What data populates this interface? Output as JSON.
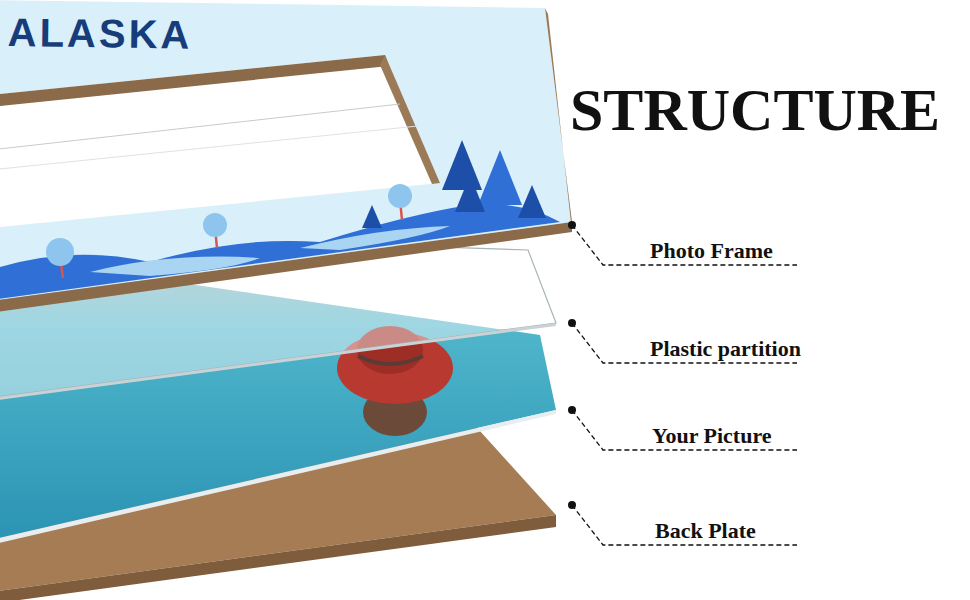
{
  "diagram": {
    "title": "STRUCTURE",
    "labels": [
      "ALASKA",
      "Photo Frame",
      "Plastic partition",
      "Your Picture",
      "Back Plate"
    ]
  }
}
